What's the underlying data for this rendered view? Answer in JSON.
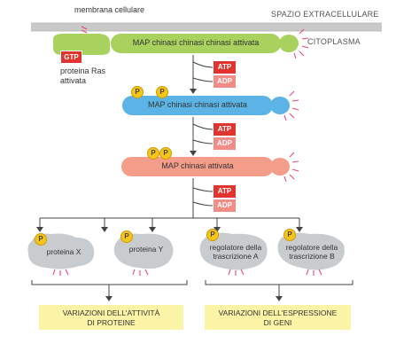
{
  "labels": {
    "membrane": "membrana cellulare",
    "extracellular": "SPAZIO EXTRACELLULARE",
    "cytoplasm": "CITOPLASMA",
    "ras_protein": "proteina Ras\nattivata",
    "gtp": "GTP",
    "map_kkk": "MAP chinasi chinasi chinasi attivata",
    "map_kk": "MAP chinasi chinasi attivata",
    "map_k": "MAP chinasi attivata",
    "atp": "ATP",
    "adp": "ADP",
    "p": "P"
  },
  "targets": [
    {
      "label": "proteina X"
    },
    {
      "label": "proteina Y"
    },
    {
      "label": "regolatore della\ntrascrizione A"
    },
    {
      "label": "regolatore della\ntrascrizione B"
    }
  ],
  "outcomes": [
    {
      "label": "VARIAZIONI DELL'ATTIVITÀ\nDI PROTEINE"
    },
    {
      "label": "VARIAZIONI DELL'ESPRESSIONE\nDI GENI"
    }
  ],
  "colors": {
    "green": "#a8d15d",
    "blue": "#5bb4e5",
    "salmon": "#f49d8a",
    "grey_protein": "#c8ccce",
    "membrane": "#c9c9c9",
    "phosphate": "#f6c51a",
    "atp": "#e2342f",
    "adp": "#f28c86",
    "outcome_box": "#fbf3a6",
    "spark": "#e9487a"
  }
}
